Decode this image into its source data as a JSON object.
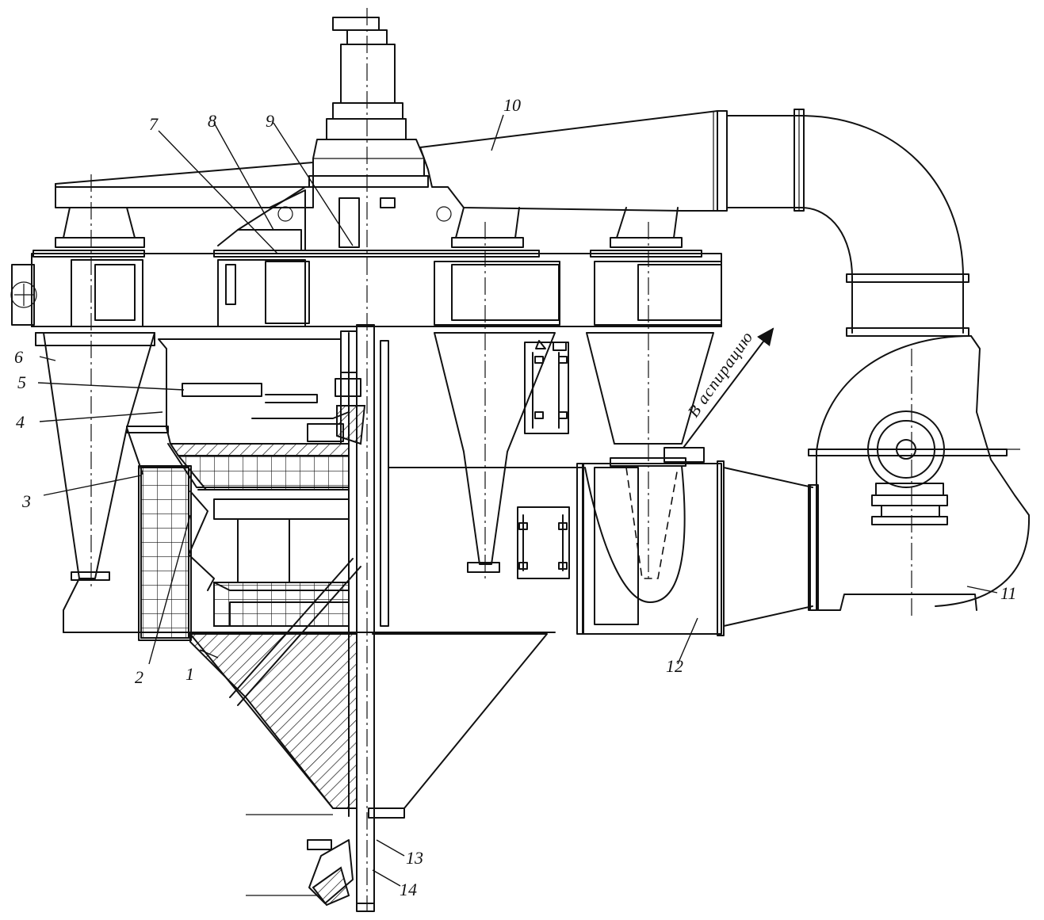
{
  "callouts": {
    "n1": "1",
    "n2": "2",
    "n3": "3",
    "n4": "4",
    "n5": "5",
    "n6": "6",
    "n7": "7",
    "n8": "8",
    "n9": "9",
    "n10": "10",
    "n11": "11",
    "n12": "12",
    "n13": "13",
    "n14": "14"
  },
  "aspiration_label": "В аспирацию",
  "colors": {
    "ink": "#111111",
    "paper": "#ffffff"
  }
}
